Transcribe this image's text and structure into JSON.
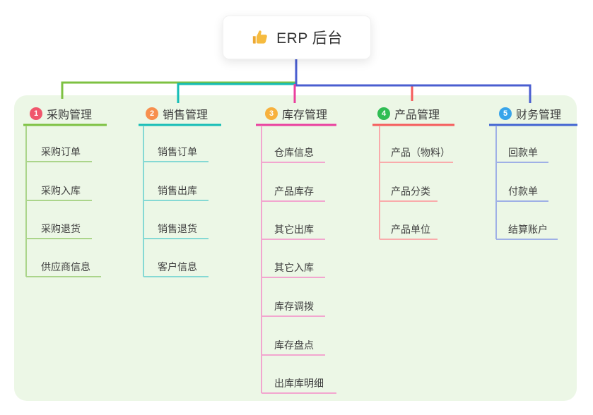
{
  "root": {
    "title": "ERP 后台",
    "icon": "thumbs-up-icon",
    "icon_color": "#f6bb3f",
    "icon_cuff_color": "#eda832",
    "connector_color": "#4a5ed0"
  },
  "panel_color": "#ecf7e6",
  "branches": [
    {
      "number": "1",
      "label": "采购管理",
      "badge_color": "#f0566c",
      "color": "#7dc142",
      "light_color": "#abd58b",
      "items": [
        "采购订单",
        "采购入库",
        "采购退货",
        "供应商信息"
      ]
    },
    {
      "number": "2",
      "label": "销售管理",
      "badge_color": "#f78f4e",
      "color": "#14bdb6",
      "light_color": "#85d9d4",
      "items": [
        "销售订单",
        "销售出库",
        "销售退货",
        "客户信息"
      ]
    },
    {
      "number": "3",
      "label": "库存管理",
      "badge_color": "#f7b13d",
      "color": "#ea3f9e",
      "light_color": "#f2a6cf",
      "items": [
        "仓库信息",
        "产品库存",
        "其它出库",
        "其它入库",
        "库存调拨",
        "库存盘点",
        "出库库明细"
      ]
    },
    {
      "number": "4",
      "label": "产品管理",
      "badge_color": "#30bd54",
      "color": "#f65b5b",
      "light_color": "#f9abab",
      "items": [
        "产品（物料）",
        "产品分类",
        "产品单位"
      ]
    },
    {
      "number": "5",
      "label": "财务管理",
      "badge_color": "#38a4ea",
      "color": "#4164d2",
      "light_color": "#9fb0e6",
      "items": [
        "回款单",
        "付款单",
        "结算账户"
      ]
    }
  ]
}
